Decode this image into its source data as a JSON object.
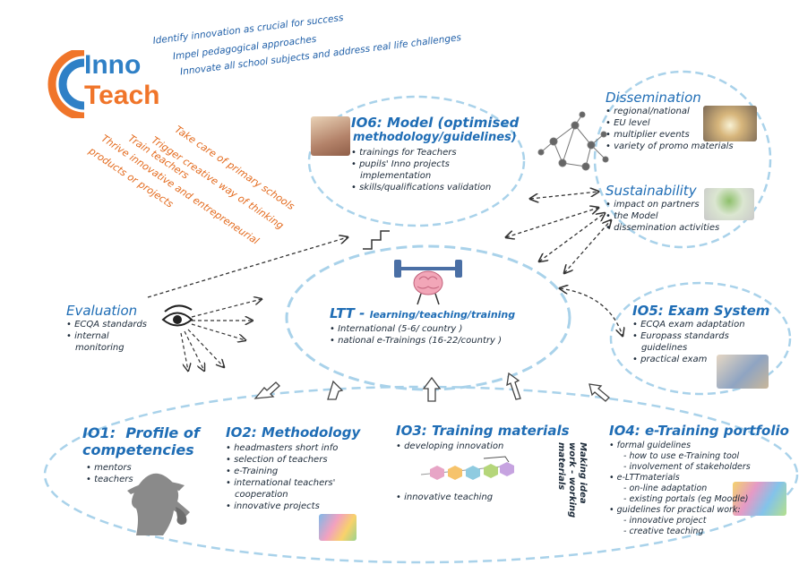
{
  "logo": {
    "line1": "Inno",
    "line2": "Teach"
  },
  "taglines": [
    "Identify innovation as crucial for success",
    "Impel pedagogical approaches",
    "Innovate all school subjects and address real life challenges"
  ],
  "goals": [
    "Take care of primary schools",
    "Trigger creative way of thinking",
    "Train teachers",
    "Thrive innovative and entrepreneurial",
    "products or projects"
  ],
  "io6": {
    "title_line1": "IO6: Model (optimised",
    "title_line2": "methodology/guidelines)",
    "items": [
      "trainings for Teachers",
      "pupils' Inno projects",
      "implementation",
      "skills/qualifications validation"
    ]
  },
  "dissemination": {
    "title": "Dissemination",
    "items": [
      "regional/national",
      "EU level",
      "multiplier events",
      "variety of promo materials"
    ]
  },
  "sustainability": {
    "title": "Sustainability",
    "items": [
      "impact on partners",
      "the Model",
      "dissemination activities"
    ]
  },
  "evaluation": {
    "title": "Evaluation",
    "items": [
      "ECQA standards",
      "internal",
      "monitoring"
    ]
  },
  "ltt": {
    "title_main": "LTT - ",
    "title_sub": "learning/teaching/training",
    "items": [
      "International (5-6/ country )",
      "national e-Trainings (16-22/country )"
    ]
  },
  "io5": {
    "title": "IO5: Exam System",
    "items": [
      "ECQA exam adaptation",
      "Europass standards",
      "guidelines",
      "practical exam"
    ]
  },
  "io1": {
    "title_line1": "IO1:  Profile of",
    "title_line2": "competencies",
    "items": [
      "mentors",
      "teachers"
    ]
  },
  "io2": {
    "title": "IO2: Methodology",
    "items": [
      "headmasters short info",
      "selection of teachers",
      "e-Training",
      "international teachers'",
      "cooperation",
      "innovative projects"
    ]
  },
  "io3": {
    "title": "IO3: Training materials",
    "items": [
      "developing innovation",
      "innovative teaching"
    ],
    "side_line1": "Making idea",
    "side_line2": "work - working",
    "side_line3": "materials"
  },
  "io4": {
    "title": "IO4: e-Training portfolio",
    "items": [
      "formal guidelines",
      "how to use e-Training tool",
      "involvement of stakeholders",
      "e-LTTmaterials",
      "on-line adaptation",
      "existing portals (eg Moodle)",
      "guidelines for practical work:",
      "innovative project",
      "creative teaching"
    ]
  },
  "colors": {
    "blue": "#1f6db5",
    "orange": "#e36a1d",
    "ellipse": "#9fcbe6",
    "dark": "#1d2b3a"
  }
}
